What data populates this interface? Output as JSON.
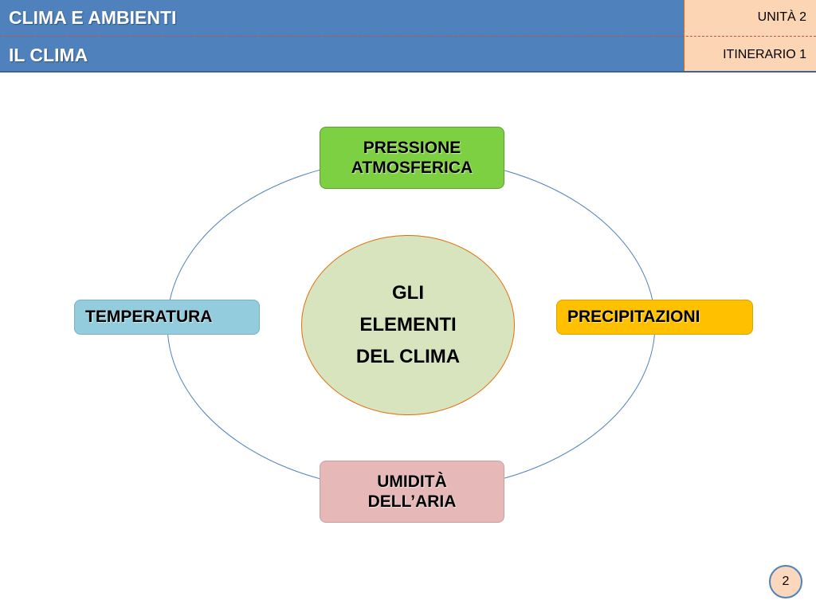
{
  "header": {
    "title": "CLIMA E AMBIENTI",
    "subtitle": "IL CLIMA",
    "unit": "UNITÀ 2",
    "itinerary": "ITINERARIO 1"
  },
  "diagram": {
    "center": {
      "lines": [
        "GLI",
        "ELEMENTI",
        "DEL CLIMA"
      ]
    },
    "nodes": {
      "top": {
        "lines": [
          "PRESSIONE",
          "ATMOSFERICA"
        ],
        "color": "#7ed043"
      },
      "left": {
        "lines": [
          "TEMPERATURA"
        ],
        "color": "#93cddd"
      },
      "right": {
        "lines": [
          "PRECIPITAZIONI"
        ],
        "color": "#ffc000"
      },
      "bottom": {
        "lines": [
          "UMIDITÀ",
          "DELL’ARIA"
        ],
        "color": "#e6b8b7"
      }
    },
    "ring_color": "#4f81bd",
    "center_fill": "#d7e4bd",
    "center_border": "#e36c09"
  },
  "page_number": "2"
}
